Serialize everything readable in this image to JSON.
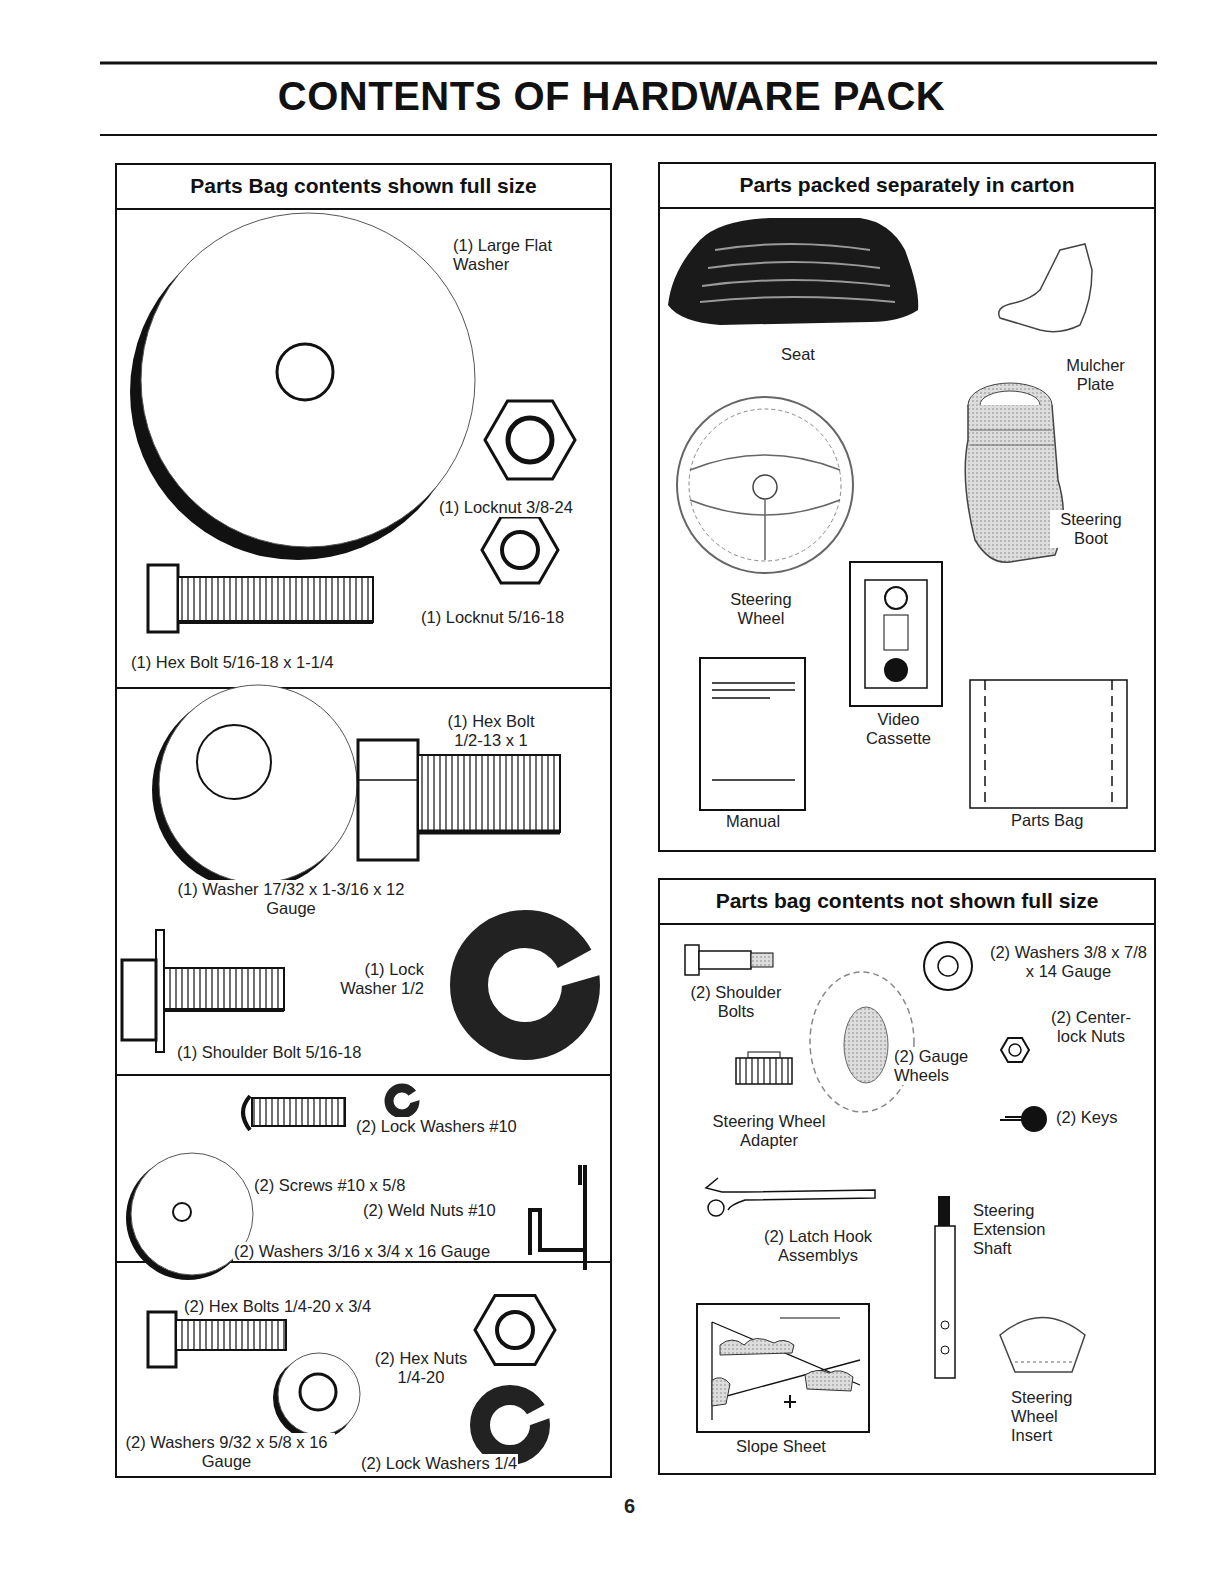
{
  "diagram": {
    "title": "CONTENTS OF HARDWARE PACK",
    "nodes": [
      {
        "text": [
          "Parts Bag contents shown full size"
        ]
      },
      {
        "text": [
          "Parts packed separately in carton"
        ]
      },
      {
        "text": [
          "Parts bag contents not shown full size"
        ]
      }
    ],
    "labels": [
      "(1) Large Flat Washer",
      "(1) Locknut 3/8-24",
      "(1) Locknut 5/16-18",
      "(1) Hex Bolt 5/16-18 x 1-1/4",
      "(1) Hex Bolt 1/2-13 x 1",
      "(1) Washer 17/32 x 1-3/16 x 12 Gauge",
      "(1) Lock Washer 1/2",
      "(1) Shoulder Bolt 5/16-18",
      "(2) Lock Washers #10",
      "(2) Screws #10 x 5/8",
      "(2) Weld Nuts #10",
      "(2) Washers 3/16 x 3/4 x 16 Gauge",
      "(2) Hex Bolts 1/4-20 x 3/4",
      "(2) Hex Nuts 1/4-20",
      "(2) Washers 9/32 x 5/8 x 16 Gauge",
      "(2) Lock Washers 1/4",
      "Seat",
      "Mulcher Plate",
      "Steering Boot",
      "Steering Wheel",
      "Video Cassette",
      "Manual",
      "Parts Bag",
      "(2) Shoulder Bolts",
      "(2) Washers 3/8 x 7/8 x 14 Gauge",
      "(2) Center-lock Nuts",
      "(2) Gauge Wheels",
      "Steering Wheel Adapter",
      "(2) Keys",
      "(2) Latch Hook Assemblys",
      "Steering Extension Shaft",
      "Slope Sheet",
      "Steering Wheel Insert",
      "6"
    ]
  }
}
